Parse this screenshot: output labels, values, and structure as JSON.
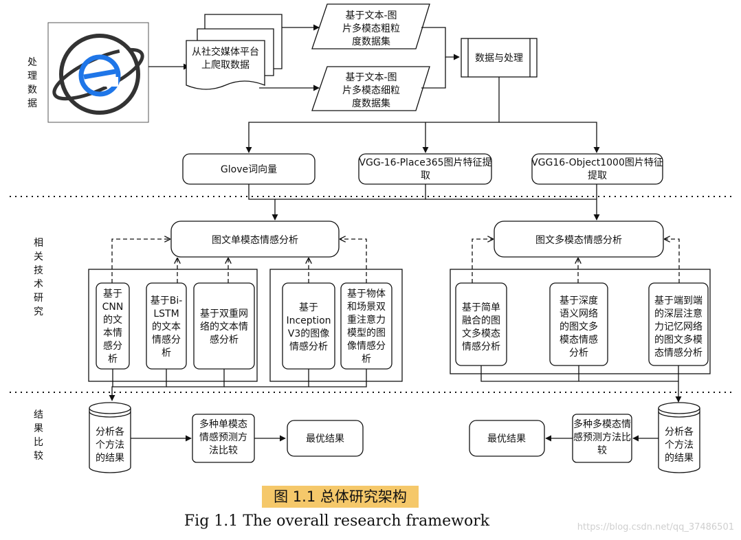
{
  "sections": {
    "processing": "处理数据",
    "related": "相关技术研究",
    "results": "结果比较"
  },
  "nodes": {
    "crawl": "从社交媒体平台上爬取数据",
    "coarse": "基于文本-图片多模态粗粒度数据集",
    "fine": "基于文本-图片多模态细粒度数据集",
    "process": "数据与处理",
    "glove": "Glove词向量",
    "place365": "VGG-16-Place365图片特征提取",
    "object1000": "VGG16-Object1000图片特征提取",
    "single_modal": "图文单模态情感分析",
    "multi_modal": "图文多模态情感分析",
    "cnn": "基于CNN的文本情感分析",
    "bilstm": "基于Bi-LSTM的文本情感分析",
    "dual_net": "基于双重网络的文本情感分析",
    "inception": "基于Inception V3的图像情感分析",
    "object_scene": "基于物体和场景双重注意力模型的图像情感分析",
    "simple_fusion": "基于简单融合的图文多模态情感分析",
    "deep_semantic": "基于深度语义网络的图文多模态情感分析",
    "e2e_memory": "基于端到端的深层注意力记忆网络的图文多模态情感分析",
    "results_left": "分析各个方法的结果",
    "compare_left": "多种单模态情感预测方法比较",
    "best_left": "最优结果",
    "results_right": "分析各个方法的结果",
    "compare_right": "多种多模态情感预测方法比较",
    "best_right": "最优结果"
  },
  "caption": {
    "cn": "图 1.1 总体研究架构",
    "en": "Fig 1.1 The overall research framework"
  },
  "watermark": "https://blog.csdn.net/qq_37486501",
  "colors": {
    "stroke": "#111111",
    "caption_highlight": "#f5c86a",
    "logo_blue": "#1f76e8",
    "logo_dark": "#333333"
  }
}
